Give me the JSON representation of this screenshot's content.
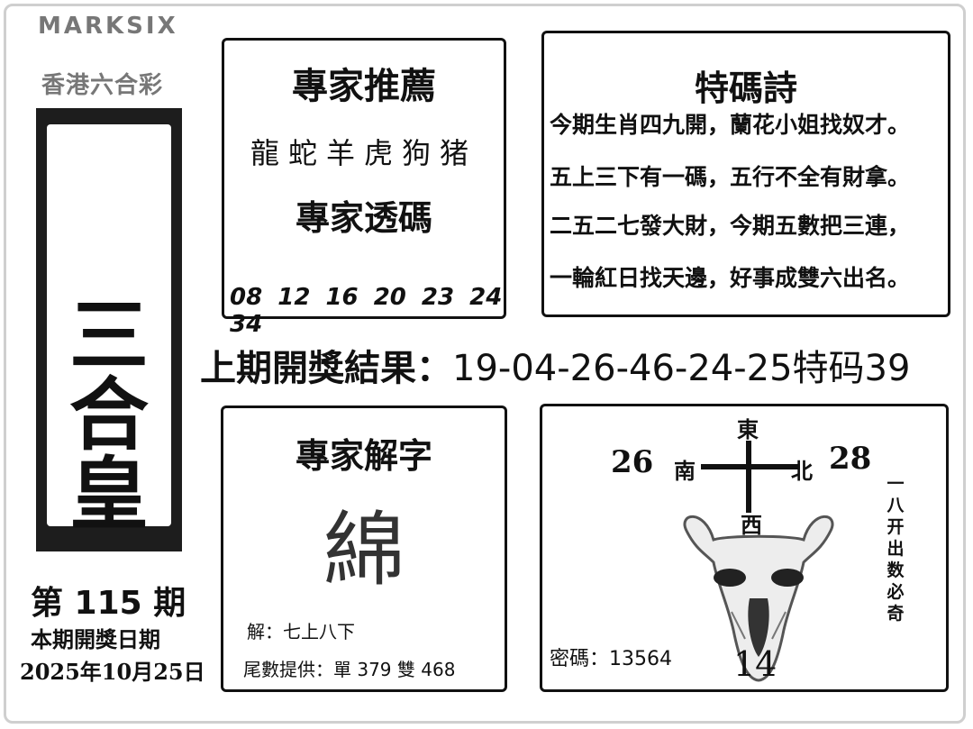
{
  "brand": "MARKSIX",
  "brand_subtitle": "香港六合彩",
  "banner_title": [
    "三",
    "合",
    "皇"
  ],
  "issue": "第 115 期",
  "draw_date_label": "本期開獎日期",
  "draw_date": "2025年10月25日",
  "recommend": {
    "title": "專家推薦",
    "zodiacs": "龍蛇羊虎狗猪",
    "subtitle": "專家透碼",
    "numbers": "08 12 16 20 23 24 34"
  },
  "poem": {
    "title": "特碼詩",
    "lines": [
      "今期生肖四九開，蘭花小姐找奴才。",
      "五上三下有一碼，五行不全有財拿。",
      "二五二七發大財，今期五數把三連，",
      "一輪紅日找天邊，好事成雙六出名。"
    ]
  },
  "last_result": {
    "label": "上期開獎結果：",
    "value": "19-04-26-46-24-25特码39"
  },
  "decode": {
    "title": "專家解字",
    "character": "綿",
    "explanation": "解：七上八下",
    "tail": "尾數提供：單 379 雙 468"
  },
  "compass": {
    "east": "東",
    "south": "南",
    "north": "北",
    "west": "西",
    "left_number": "26",
    "right_number": "28",
    "vertical_text": "一八开出数必奇",
    "password": "密碼：13564",
    "bottom_number": "14"
  },
  "colors": {
    "ink": "#111111",
    "banner": "#1d1d1d"
  }
}
